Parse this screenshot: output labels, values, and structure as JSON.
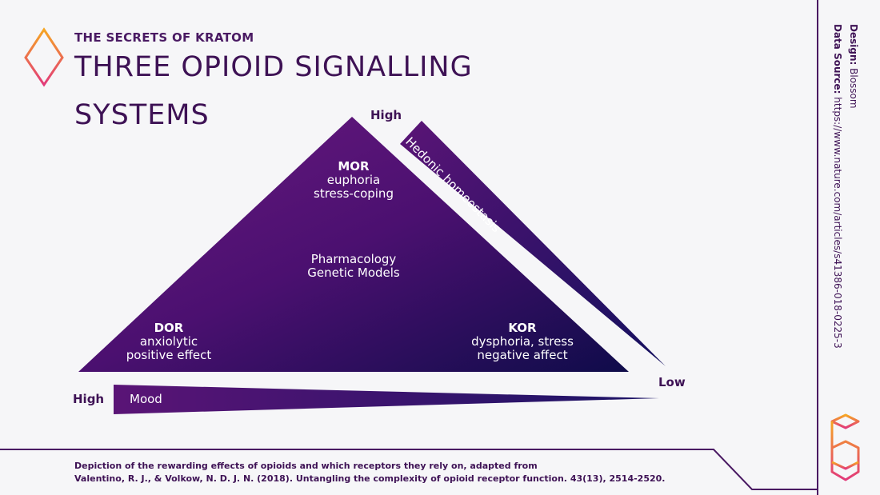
{
  "header": {
    "kicker": "THE SECRETS OF KRATOM",
    "title_line1": "THREE OPIOID SIGNALLING",
    "title_line2": "SYSTEMS"
  },
  "diagram": {
    "mor": {
      "name": "MOR",
      "line1": "euphoria",
      "line2": "stress-coping"
    },
    "center": {
      "line1": "Pharmacology",
      "line2": "Genetic Models"
    },
    "dor": {
      "name": "DOR",
      "line1": "anxiolytic",
      "line2": "positive effect"
    },
    "kor": {
      "name": "KOR",
      "line1": "dysphoria, stress",
      "line2": "negative affect"
    },
    "hedonic_label": "Hedonic homeostasis",
    "mood_label": "Mood",
    "high_top": "High",
    "high_left": "High",
    "low": "Low"
  },
  "caption": {
    "line1": "Depiction of the rewarding effects of opioids and which receptors they rely on, adapted from",
    "line2": "Valentino, R. J., & Volkow, N. D. J. N. (2018). Untangling the complexity of opioid receptor function. 43(13), 2514-2520."
  },
  "sidebar": {
    "design_label": "Design:",
    "design_value": "Blossom",
    "source_label": "Data Source:",
    "source_value": "https://www.nature.com/articles/s41386-018-0225-3"
  },
  "colors": {
    "accent_dark": "#2a0f5c",
    "accent_purple": "#5a1476",
    "logo_orange": "#f0892a",
    "logo_pink": "#e23a7a"
  },
  "icons": {
    "diamond": "diamond-logo-icon",
    "brand": "blossom-logo-icon"
  }
}
